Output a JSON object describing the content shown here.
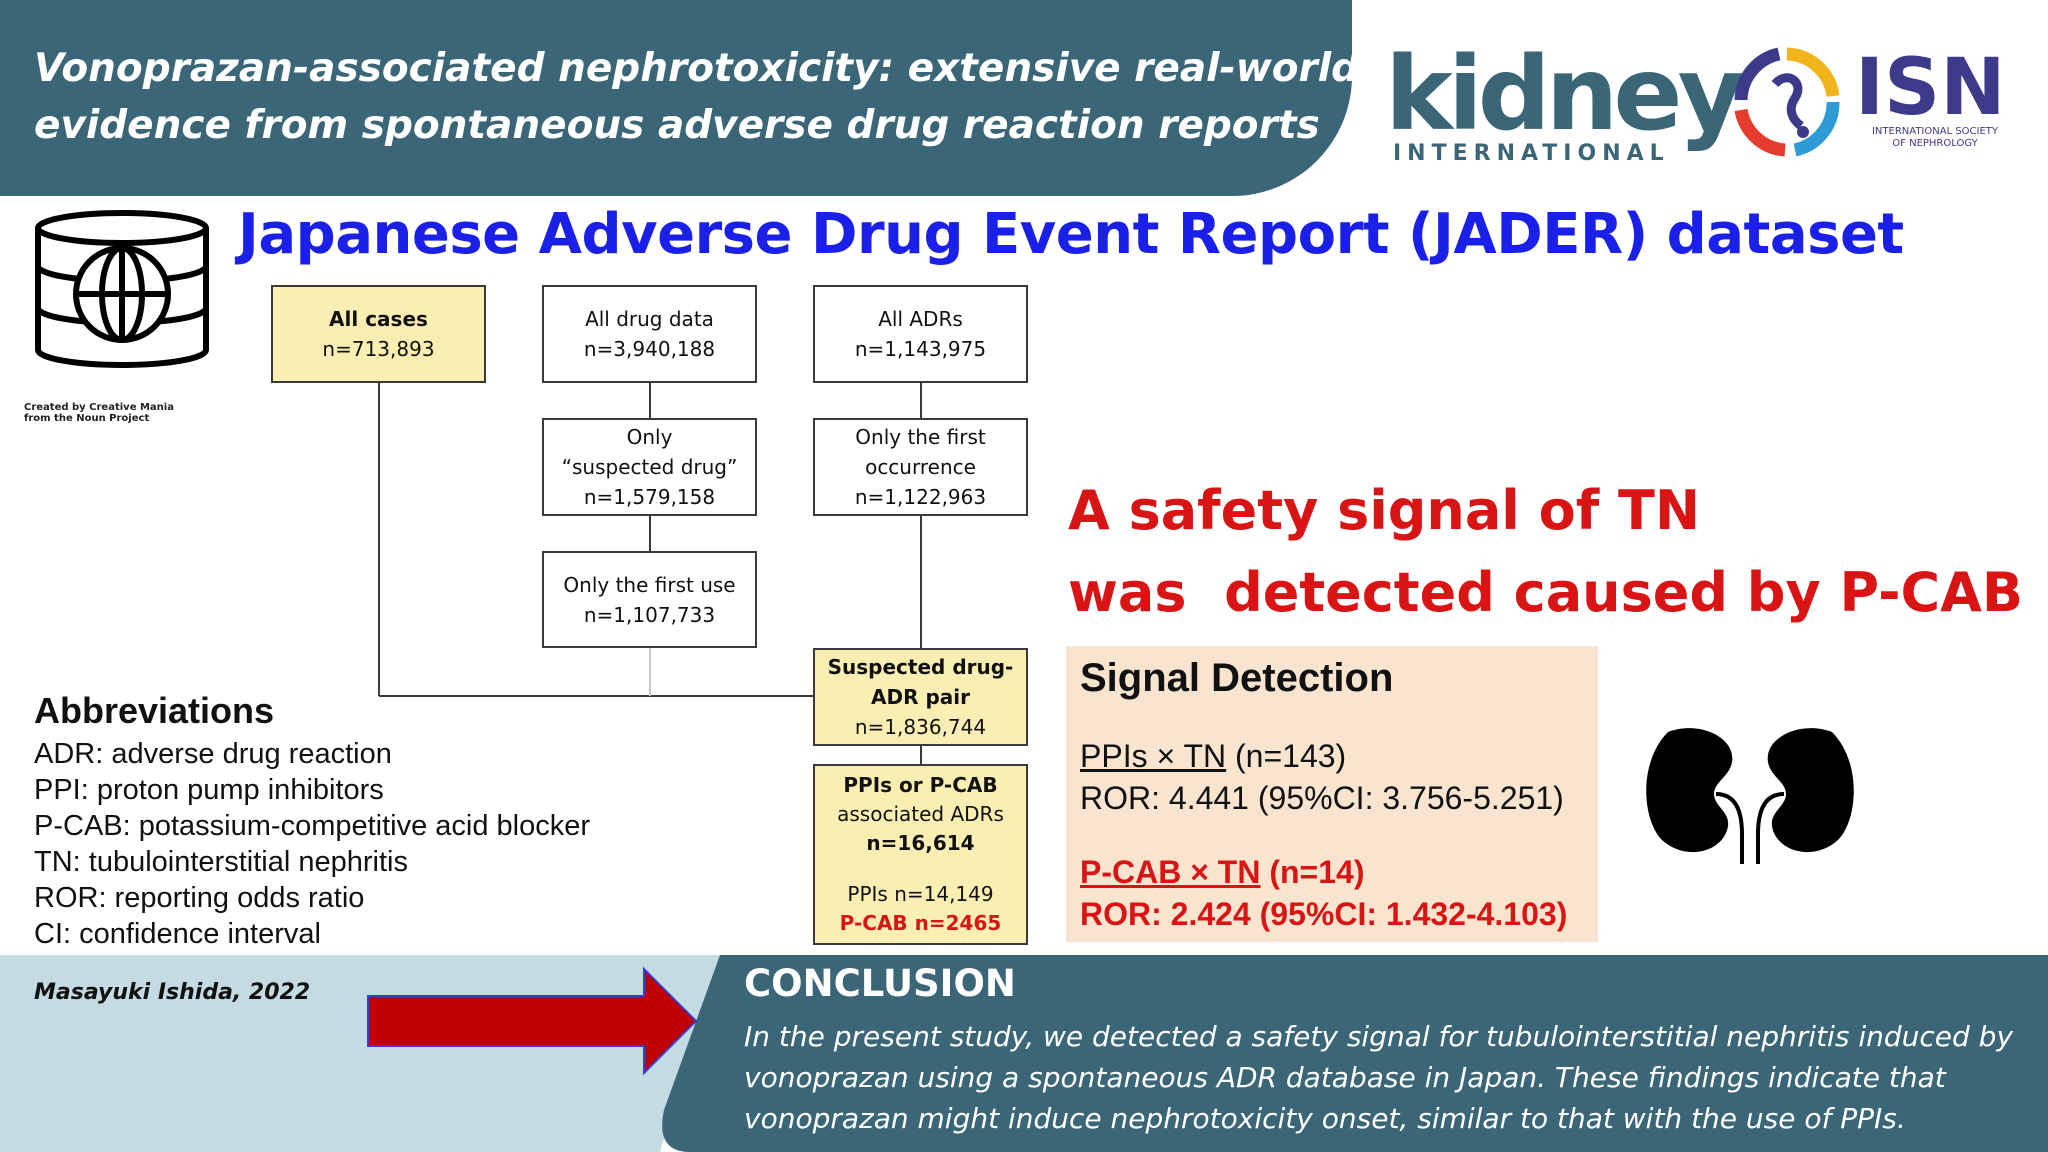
{
  "header": {
    "title_line1": "Vonoprazan-associated nephrotoxicity: extensive real-world",
    "title_line2": "evidence from spontaneous adverse drug reaction reports",
    "journal_logo": {
      "word": "kidney",
      "sub": "INTERNATIONAL"
    },
    "society_logo": {
      "word": "ISN",
      "sub_line1": "INTERNATIONAL SOCIETY",
      "sub_line2": "OF NEPHROLOGY"
    }
  },
  "icon_credit": {
    "line1": "Created by Creative Mania",
    "line2": "from the Noun Project"
  },
  "dataset_title": "Japanese Adverse Drug Event Report (JADER) dataset",
  "flowchart": {
    "all_cases": {
      "label": "All cases",
      "n": "n=713,893"
    },
    "all_drug_data": {
      "label": "All drug data",
      "n": "n=3,940,188"
    },
    "all_adrs": {
      "label": "All ADRs",
      "n": "n=1,143,975"
    },
    "only_suspected": {
      "line1": "Only",
      "line2": "“suspected drug”",
      "n": "n=1,579,158"
    },
    "only_first_occurrence": {
      "line1": "Only the first",
      "line2": "occurrence",
      "n": "n=1,122,963"
    },
    "only_first_use": {
      "label": "Only the first use",
      "n": "n=1,107,733"
    },
    "pair": {
      "line1": "Suspected drug-",
      "line2": "ADR pair",
      "n": "n=1,836,744"
    },
    "associated": {
      "line1": "PPIs or P-CAB",
      "line2": "associated ADRs",
      "n": "n=16,614",
      "ppis": "PPIs n=14,149",
      "pcab": "P-CAB n=2465"
    }
  },
  "abbreviations": {
    "title": "Abbreviations",
    "items": [
      "ADR: adverse drug reaction",
      "PPI: proton pump inhibitors",
      "P-CAB: potassium-competitive acid blocker",
      "TN: tubulointerstitial nephritis",
      "ROR: reporting odds ratio",
      "CI: confidence interval"
    ]
  },
  "signal": {
    "headline_line1": "A safety signal of TN",
    "headline_line2": "was  detected caused by P-CAB",
    "detection_title": "Signal Detection",
    "ppi_label": "PPIs × TN",
    "ppi_n": " (n=143)",
    "ppi_ror": "ROR: 4.441 (95%CI: 3.756-5.251)",
    "pcab_label": "P-CAB × TN",
    "pcab_n": " (n=14)",
    "pcab_ror": "ROR: 2.424 (95%CI: 1.432-4.103)"
  },
  "footer": {
    "author": "Masayuki Ishida, 2022",
    "conclusion_title": "CONCLUSION",
    "conclusion_line1": "In the present study, we detected a safety signal for tubulointerstitial nephritis induced by",
    "conclusion_line2": "vonoprazan using a spontaneous ADR database in Japan. These findings indicate that",
    "conclusion_line3": "vonoprazan might induce nephrotoxicity onset, similar to that with the use of PPIs."
  },
  "colors": {
    "header_teal": "#3a6678",
    "title_blue": "#1a20e8",
    "signal_red": "#d81414",
    "box_yellow": "#fbeeb2",
    "panel_peach": "#f8e4cf",
    "footer_light": "#c3dbe1",
    "arrow_red": "#c00000"
  },
  "icons": [
    "database-globe-icon",
    "kidneys-icon",
    "red-arrow-icon",
    "isn-ribbon-logo-icon"
  ]
}
